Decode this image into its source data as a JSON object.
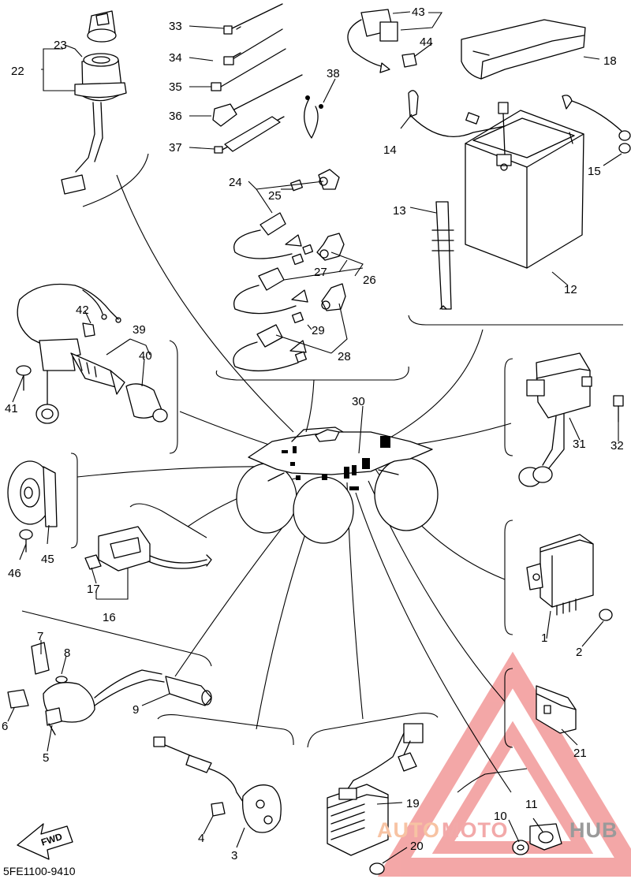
{
  "diagram_code": "5FE1100-9410",
  "fwd_label": "FWD",
  "watermark": {
    "text_auto": "AUTO",
    "text_moto": "MOTO",
    "text_hub": "HUB",
    "color_auto": "#f7c3a3",
    "color_moto": "#f2a9a9",
    "color_hub": "#9a9a9a",
    "triangle_color": "#f08a8a"
  },
  "parts": [
    "1",
    "2",
    "3",
    "4",
    "5",
    "6",
    "7",
    "8",
    "9",
    "10",
    "11",
    "12",
    "13",
    "14",
    "15",
    "16",
    "17",
    "18",
    "19",
    "20",
    "21",
    "22",
    "23",
    "24",
    "25",
    "26",
    "27",
    "28",
    "29",
    "30",
    "31",
    "32",
    "33",
    "34",
    "35",
    "36",
    "37",
    "38",
    "39",
    "40",
    "41",
    "42",
    "43",
    "44",
    "45",
    "46"
  ]
}
